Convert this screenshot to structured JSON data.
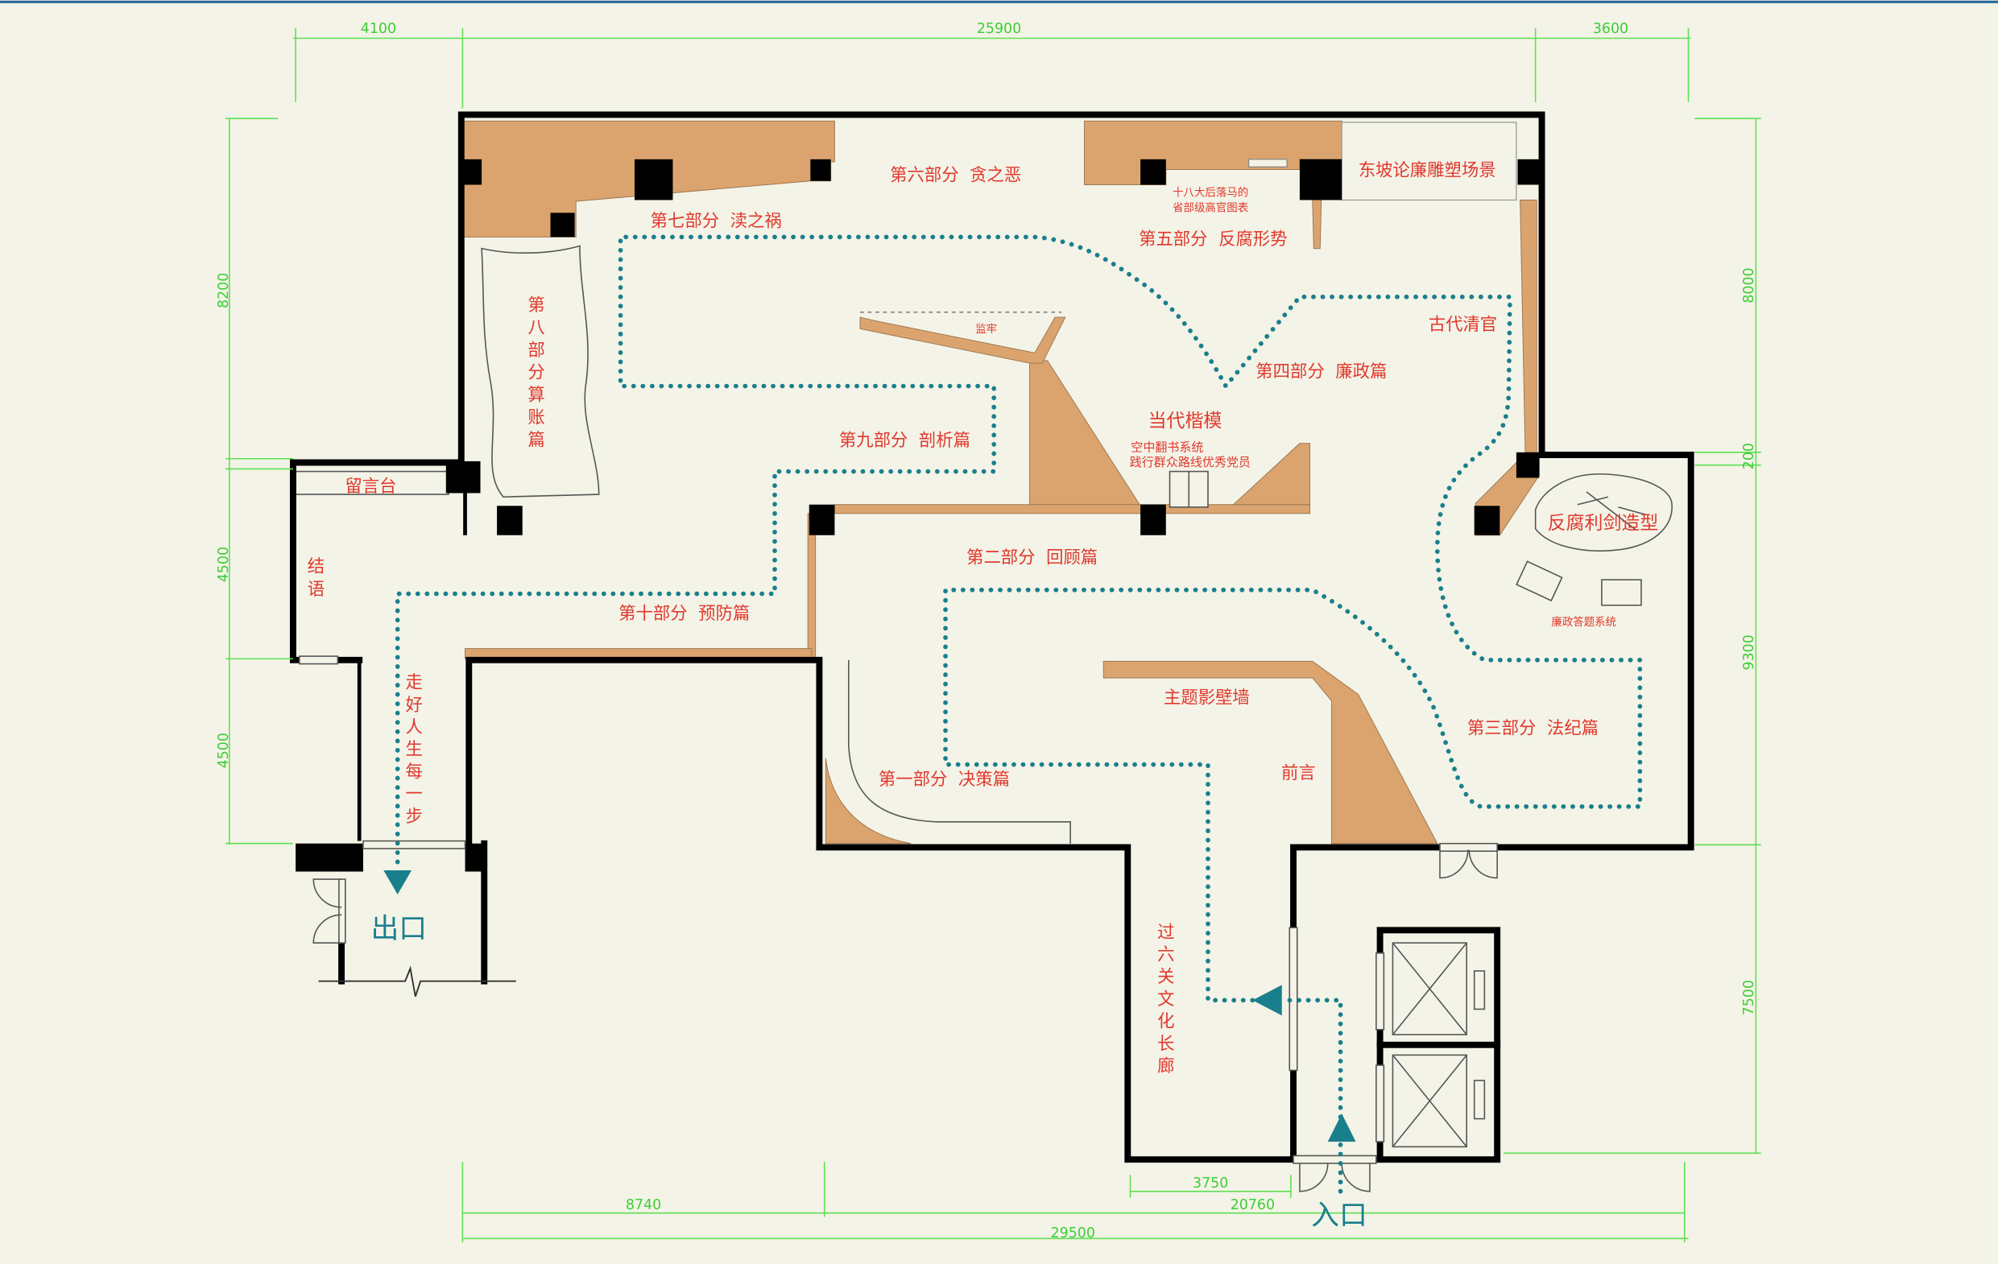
{
  "colors": {
    "background": "#f4f3e7",
    "wall": "#000000",
    "exhibit_fill": "#dba46e",
    "label": "#e0392e",
    "route": "#1a7f8c",
    "dimension_line": "#5ee052",
    "dimension_text": "#3ccf36",
    "top_rule": "#2e6b9c"
  },
  "dimensions": {
    "top": [
      "4100",
      "25900",
      "3600"
    ],
    "left": [
      "8200",
      "4500",
      "4500"
    ],
    "right": [
      "8000",
      "200",
      "9300",
      "7500"
    ],
    "bottom": [
      "8740",
      "20760"
    ],
    "bottom_total": "29500",
    "corridor": "3750"
  },
  "access": {
    "entrance": "入口",
    "exit": "出口"
  },
  "sections": {
    "part1": "第一部分  决策篇",
    "part2": "第二部分  回顾篇",
    "part3": "第三部分  法纪篇",
    "part4": "第四部分  廉政篇",
    "part5": "第五部分  反腐形势",
    "part6": "第六部分  贪之恶",
    "part7": "第七部分  渎之祸",
    "part8": "第八部分算账篇",
    "part9": "第九部分  剖析篇",
    "part10": "第十部分  预防篇"
  },
  "areas": {
    "preface": "前言",
    "theme_wall": "主题影壁墙",
    "culture_corridor": "过六关文化长廊",
    "ancient_officials": "古代清官",
    "modern_models": "当代楷模",
    "flipbook_system": "空中翻书系统",
    "model_members": "践行群众路线优秀党员",
    "prison": "监牢",
    "fallen_officials_chart": [
      "十八大后落马的",
      "省部级高官图表"
    ],
    "dongpo_sculpture": "东坡论廉雕塑场景",
    "anti_corruption_sword": "反腐利剑造型",
    "quiz_system": "廉政答题系统",
    "message_desk": "留言台",
    "epilogue": "结语",
    "life_path": "走好人生每一步"
  }
}
